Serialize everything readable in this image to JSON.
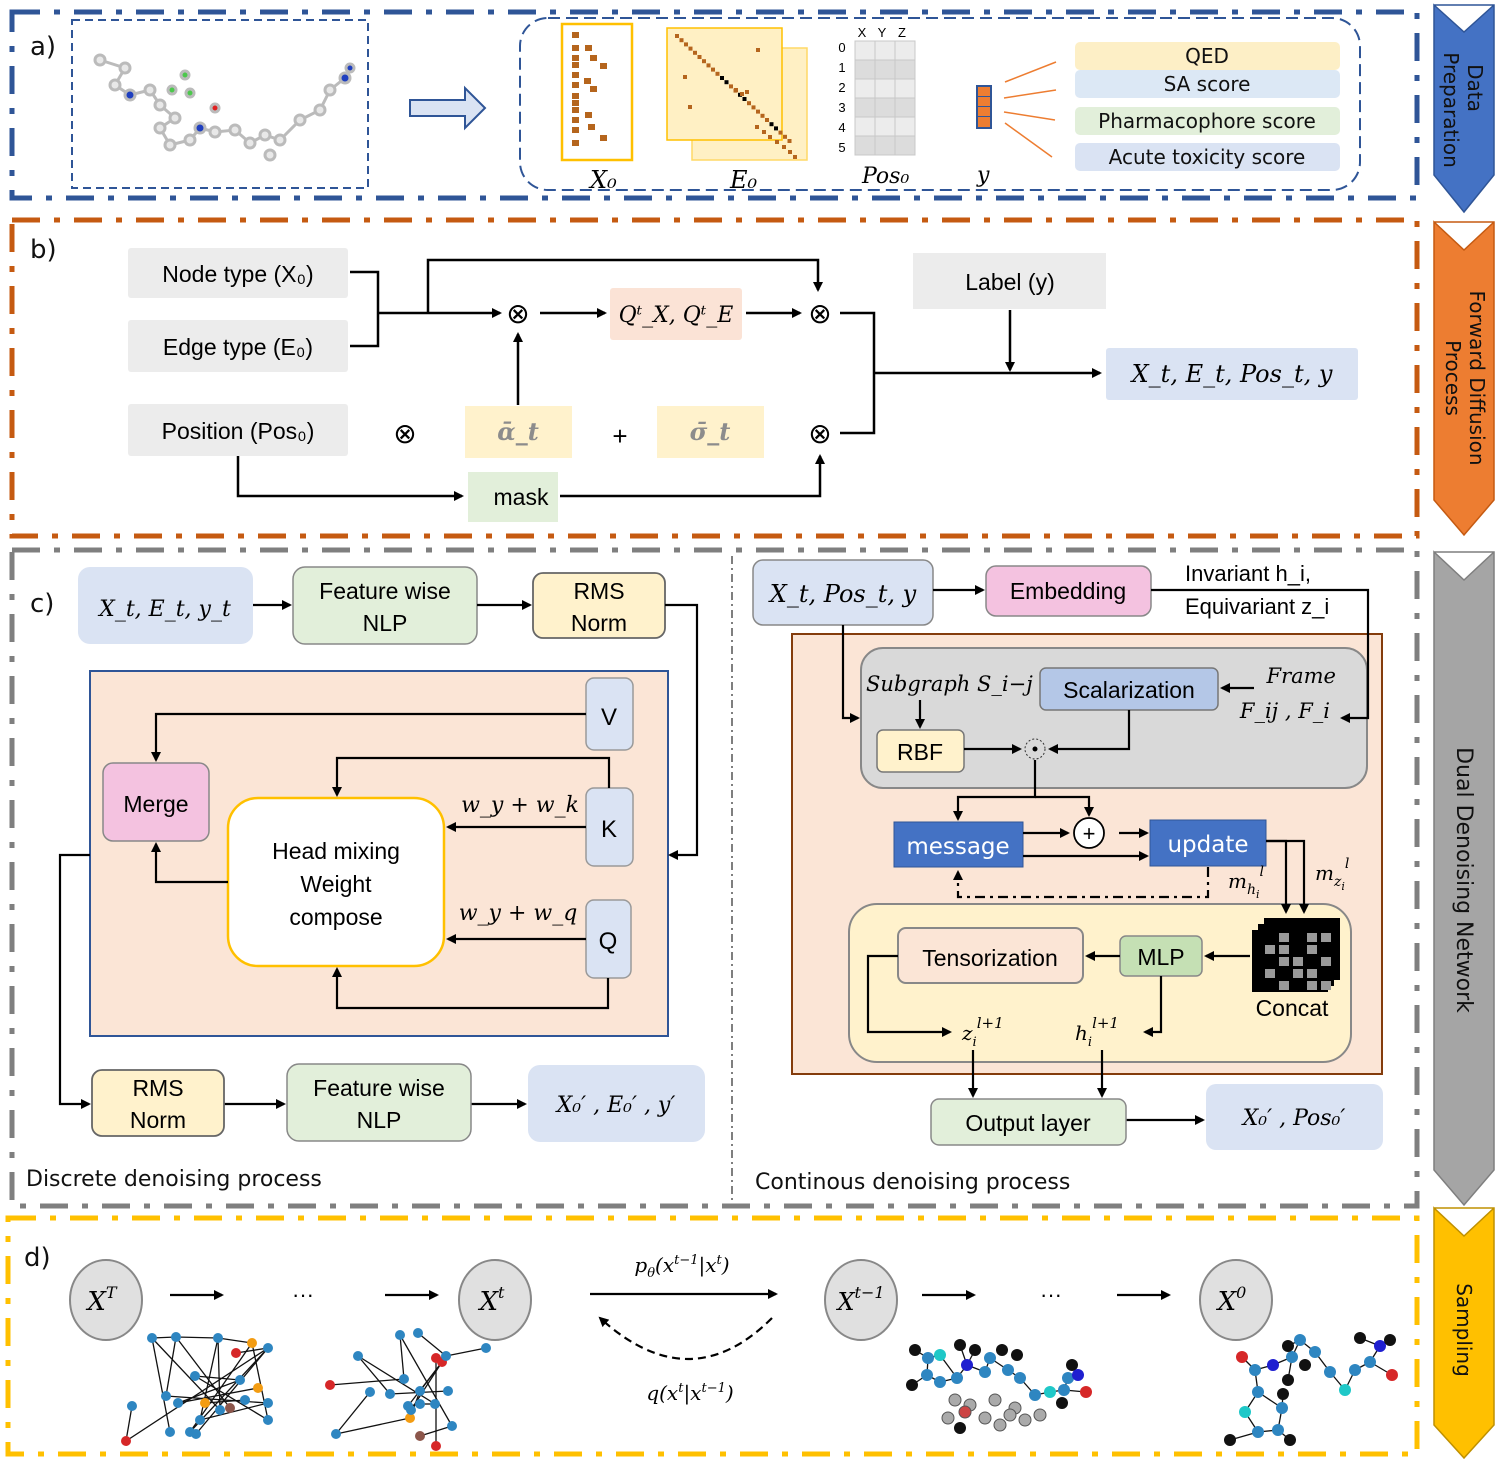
{
  "panels": {
    "a": {
      "label": "a)",
      "side_tab": [
        "Data",
        "Preparation"
      ],
      "matrix_labels": {
        "x0": "X₀",
        "e0": "E₀",
        "pos0": "Pos₀",
        "y": "y"
      },
      "pos_columns": [
        "X",
        "Y",
        "Z"
      ],
      "pos_rows": [
        "0",
        "1",
        "2",
        "3",
        "4",
        "5"
      ],
      "properties": [
        {
          "label": "QED",
          "color": "#fdefc6"
        },
        {
          "label": "SA score",
          "color": "#dce8f5"
        },
        {
          "label": "Pharmacophore score",
          "color": "#e2efda"
        },
        {
          "label": "Acute toxicity score",
          "color": "#dae3f3"
        }
      ]
    },
    "b": {
      "label": "b)",
      "side_tab": [
        "Forward Diffusion",
        "Process"
      ],
      "node_type": "Node type (X₀)",
      "edge_type": "Edge type (E₀)",
      "position": "Position (Pos₀)",
      "q_matrix": "Qᵗ_X, Qᵗ_E",
      "alpha": "ᾱ_t",
      "sigma": "σ̄_t",
      "plus": "+",
      "otimes": "⊗",
      "mask": "mask",
      "label_y": "Label (y)",
      "output": "X_t, E_t, Pos_t, y"
    },
    "c": {
      "label": "c)",
      "side_tab": "Dual Denoising Network",
      "discrete": {
        "input": "X_t,  E_t,  y_t",
        "fw_nlp_1": [
          "Feature wise",
          "NLP"
        ],
        "rms_norm_1": [
          "RMS",
          "Norm"
        ],
        "v": "V",
        "k": "K",
        "q": "Q",
        "merge": "Merge",
        "head_mixing": [
          "Head mixing",
          "Weight",
          "compose"
        ],
        "wk": "w_y + w_k",
        "wq": "w_y + w_q",
        "rms_norm_2": [
          "RMS",
          "Norm"
        ],
        "fw_nlp_2": [
          "Feature wise",
          "NLP"
        ],
        "output": "X₀′ , E₀′ , y′",
        "caption": "Discrete denoising process"
      },
      "continuous": {
        "input": "X_t, Pos_t, y",
        "embedding": "Embedding",
        "invariant": "Invariant h_i,",
        "equivariant": "Equivariant z_i",
        "subgraph": "Subgraph S_i−j",
        "scalarization": "Scalarization",
        "frame": [
          "Frame",
          "F_ij , F_i"
        ],
        "rbf": "RBF",
        "odot": "⊙",
        "oplus": "+",
        "message": "message",
        "update": "update",
        "m_h": "m_h_i ^l",
        "m_z": "m_z_i ^l",
        "tensorization": "Tensorization",
        "mlp": "MLP",
        "concat": "Concat",
        "z_next": "z_i ^l+1",
        "h_next": "h_i ^l+1",
        "output_layer": "Output layer",
        "output": "X₀′ , Pos₀′",
        "caption": "Continous denoising process"
      }
    },
    "d": {
      "label": "d)",
      "side_tab": "Sampling",
      "states": [
        "X^T",
        "X^t",
        "X^t−1",
        "X^0"
      ],
      "ellipsis": "···",
      "p_theta": "p_θ(x^t−1|x^t)",
      "q": "q(x^t|x^t−1)"
    }
  },
  "colors": {
    "panel_a": "#2f5597",
    "panel_b": "#c55a11",
    "panel_c": "#7f7f7f",
    "panel_d": "#ffc000",
    "tab_a": "#4472c4",
    "tab_b": "#ed7d31",
    "tab_c": "#a5a5a5",
    "tab_d": "#ffc000"
  }
}
